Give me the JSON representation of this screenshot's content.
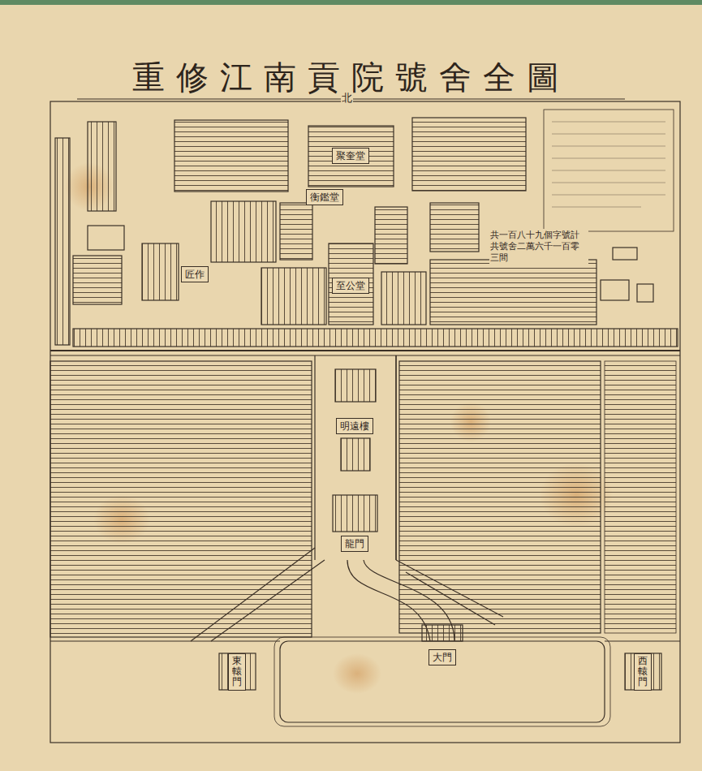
{
  "diagram": {
    "title": "重修江南貢院號舍全圖",
    "nodes": [
      {
        "text": [
          "聚奎堂"
        ]
      },
      {
        "text": [
          "衡鑑堂"
        ]
      },
      {
        "text": [
          "至公堂"
        ]
      },
      {
        "text": [
          "匠作"
        ]
      },
      {
        "text": [
          "明遠樓"
        ]
      },
      {
        "text": [
          "龍門"
        ]
      },
      {
        "text": [
          "大門"
        ]
      },
      {
        "text": [
          "東轅門"
        ]
      },
      {
        "text": [
          "西轅門"
        ]
      }
    ],
    "labels": [
      "北",
      "共一百八十九個字號計共號舍二萬六千一百零三間"
    ]
  }
}
